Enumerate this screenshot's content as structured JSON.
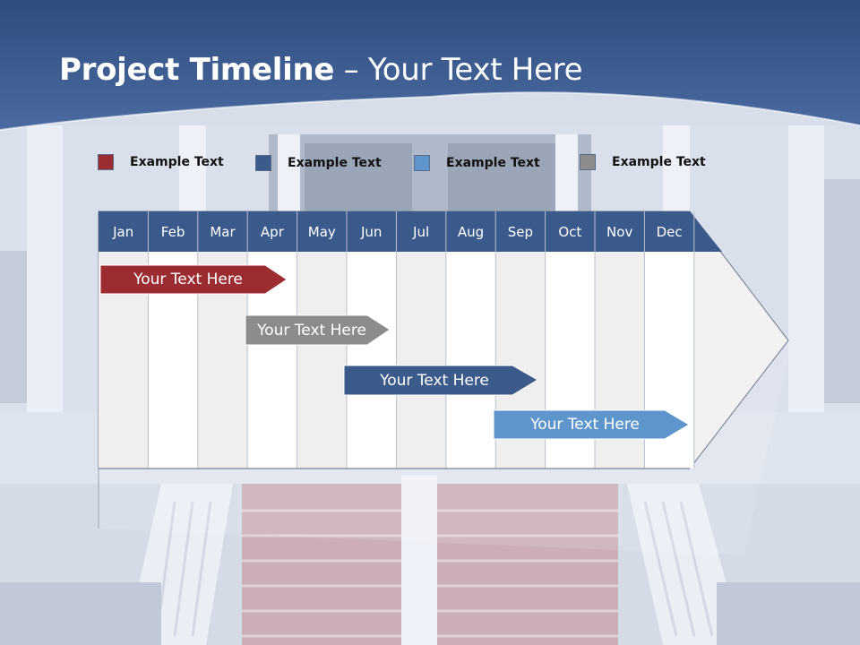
{
  "slide": {
    "title_bold": "Project Timeline",
    "title_rest": " – Your Text Here"
  },
  "legend": [
    {
      "label": "Example Text",
      "color": "#9b2c31"
    },
    {
      "label": "Example Text",
      "color": "#3c5a8a"
    },
    {
      "label": "Example Text",
      "color": "#5e95cc"
    },
    {
      "label": "Example Text",
      "color": "#8c8c8c"
    }
  ],
  "months": [
    "Jan",
    "Feb",
    "Mar",
    "Apr",
    "May",
    "Jun",
    "Jul",
    "Aug",
    "Sep",
    "Oct",
    "Nov",
    "Dec"
  ],
  "bars": [
    {
      "label": "Your  Text Here",
      "color": "#9b2c31"
    },
    {
      "label": "Your  Text Here",
      "color": "#8c8c8c"
    },
    {
      "label": "Your  Text Here",
      "color": "#3c5a8a"
    },
    {
      "label": "Your  Text Here",
      "color": "#5e95cc"
    }
  ],
  "colors": {
    "header_blue": "#3b5a8c",
    "grid_line": "#c8ccd4"
  }
}
